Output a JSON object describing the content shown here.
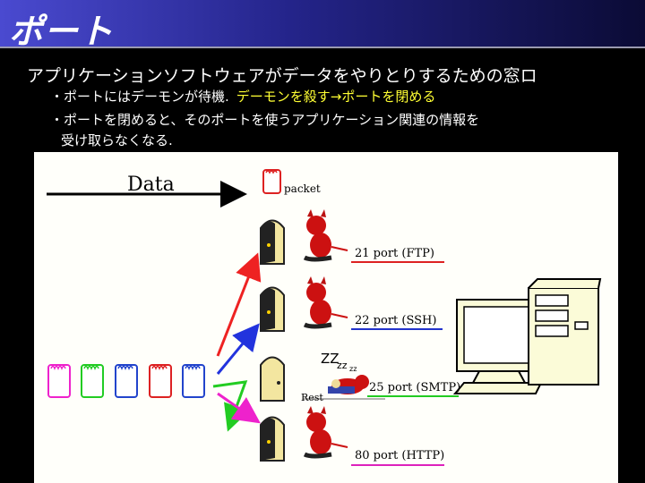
{
  "slide": {
    "title": "ポート",
    "heading": "アプリケーションソフトウェアがデータをやりとりするための窓ロ",
    "bullet1": "・ポートにはデーモンが待機.",
    "bullet1_highlight": "デーモンを殺す→ポートを閉める",
    "bullet2_line1": "・ポートを閉めると、そのポートを使うアプリケーション関連の情報を",
    "bullet2_line2": "受け取らなくなる.",
    "highlight_color": "#ffff33"
  },
  "diagram": {
    "data_label": "Data",
    "packet_label": "packet",
    "ports": [
      {
        "label": "21 port (FTP)",
        "state": "open",
        "underline_color": "#dd2222"
      },
      {
        "label": "22 port (SSH)",
        "state": "open",
        "underline_color": "#2233cc"
      },
      {
        "label": "25 port (SMTP)",
        "state": "closed",
        "underline_color": "#22cc22"
      },
      {
        "label": "80 port (HTTP)",
        "state": "open",
        "underline_color": "#dd22bb"
      }
    ],
    "sleep_text": "ZZ",
    "sleep_small": "zz",
    "sleep_tiny": "zz",
    "rest_label": "Rest",
    "packet_colors": [
      "#ee22cc",
      "#22cc22",
      "#2244cc",
      "#dd2222",
      "#2244cc"
    ],
    "arrow_colors": [
      "#ee2222",
      "#2233dd",
      "#22cc22",
      "#ee22cc"
    ]
  }
}
